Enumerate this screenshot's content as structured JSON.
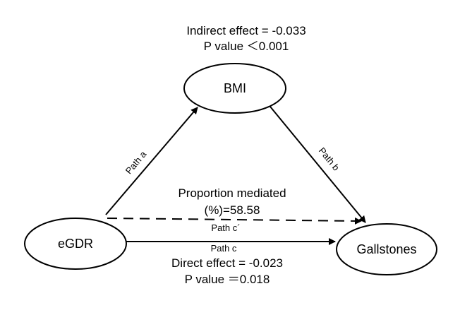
{
  "indirect": {
    "effect": "Indirect effect = -0.033",
    "p_value": "P value ＜0.001"
  },
  "nodes": {
    "mediator": "BMI",
    "exposure": "eGDR",
    "outcome": "Gallstones"
  },
  "paths": {
    "a": "Path a",
    "b": "Path b",
    "c_prime": "Path c´",
    "c": "Path c"
  },
  "proportion": {
    "line1": "Proportion mediated",
    "line2": "(%)=58.58"
  },
  "direct": {
    "effect": "Direct effect = -0.023",
    "p_value": "P value ＝0.018"
  },
  "colors": {
    "stroke": "#000000",
    "background": "#ffffff"
  }
}
